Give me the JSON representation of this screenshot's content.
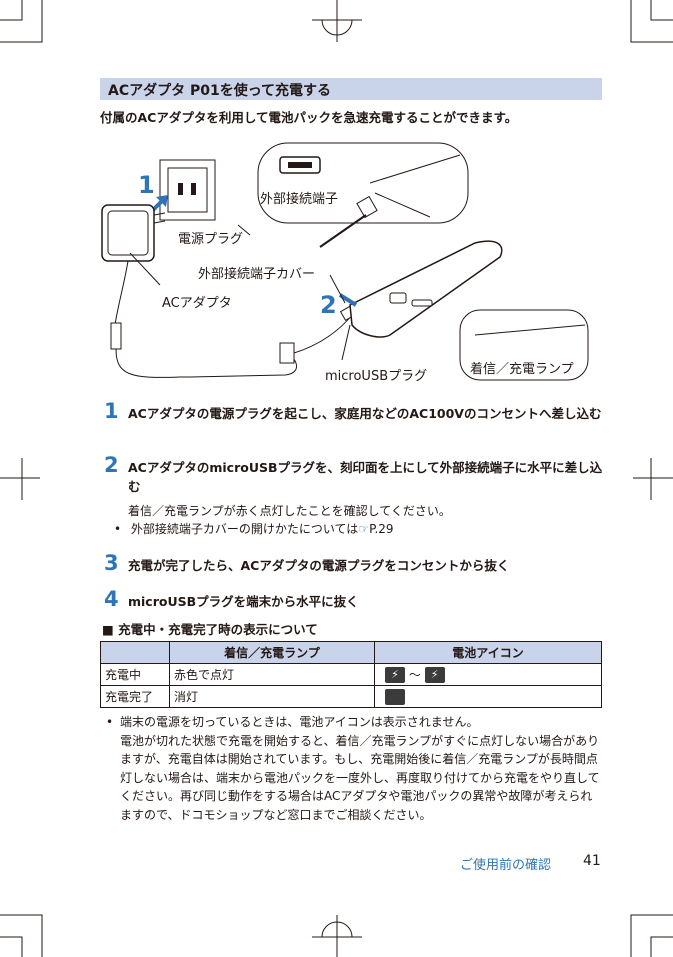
{
  "heading": "ACアダプタ P01を使って充電する",
  "intro": "付属のACアダプタを利用して電池パックを急速充電することができます。",
  "figure": {
    "step1_marker": "1",
    "step2_marker": "2",
    "label_connector": "外部接続端子",
    "label_plug": "電源プラグ",
    "label_cover": "外部接続端子カバー",
    "label_adapter": "ACアダプタ",
    "label_usb": "microUSBプラグ",
    "label_lamp": "着信／充電ランプ"
  },
  "steps": [
    {
      "num": "1",
      "text": "ACアダプタの電源プラグを起こし、家庭用などのAC100Vのコンセントへ差し込む"
    },
    {
      "num": "2",
      "text": "ACアダプタのmicroUSBプラグを、刻印面を上にして外部接続端子に水平に差し込む"
    },
    {
      "num": "3",
      "text": "充電が完了したら、ACアダプタの電源プラグをコンセントから抜く"
    },
    {
      "num": "4",
      "text": "microUSBプラグを端末から水平に抜く"
    }
  ],
  "step2_note": "着信／充電ランプが赤く点灯したことを確認してください。",
  "step2_bullet": "外部接続端子カバーの開けかたについては",
  "step2_ref": "P.29",
  "bullet_mark": "•",
  "subhead": "■ 充電中・充電完了時の表示について",
  "table": {
    "headers": [
      "",
      "着信／充電ランプ",
      "電池アイコン"
    ],
    "rows": [
      {
        "state": "充電中",
        "lamp": "赤色で点灯",
        "tilde": "～"
      },
      {
        "state": "充電完了",
        "lamp": "消灯"
      }
    ]
  },
  "bullet_first": "端末の電源を切っているときは、電池アイコンは表示されません。",
  "bullet_rest": "電池が切れた状態で充電を開始すると、着信／充電ランプがすぐに点灯しない場合がありますが、充電自体は開始されています。もし、充電開始後に着信／充電ランプが長時間点灯しない場合は、端末から電池パックを一度外し、再度取り付けてから充電をやり直してください。再び同じ動作をする場合はACアダプタや電池パックの異常や故障が考えられますので、ドコモショップなど窓口までご相談ください。",
  "footer": "ご使用前の確認",
  "page_number": "41",
  "colors": {
    "accent": "#2f74b5",
    "heading_bg": "#c9d4ea"
  }
}
